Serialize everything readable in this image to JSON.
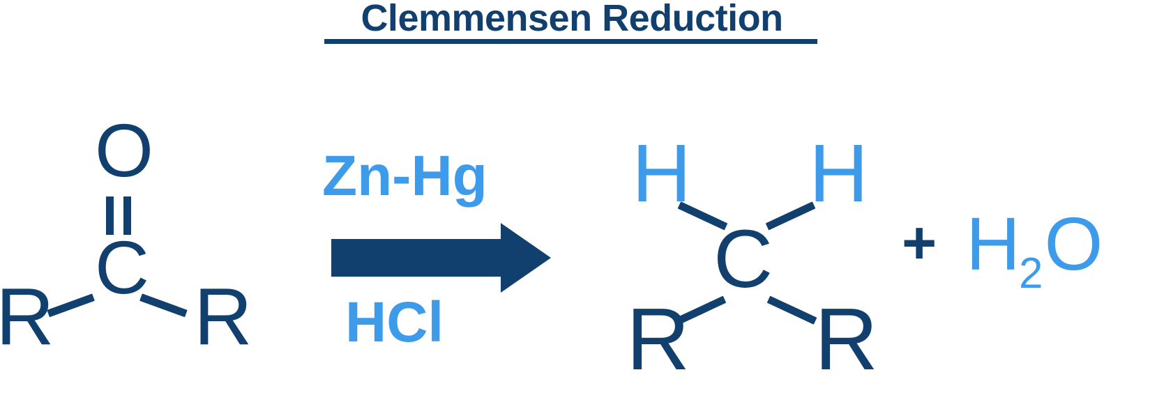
{
  "title": {
    "text": "Clemmensen Reduction",
    "color": "#11406f",
    "underline": true
  },
  "colors": {
    "dark_blue": "#11406f",
    "light_blue": "#3e9bea",
    "background": "#ffffff"
  },
  "reactant": {
    "name": "ketone",
    "carbonyl_oxygen": "O",
    "central_carbon": "C",
    "left_substituent": "R",
    "right_substituent": "R",
    "bond_type": "double"
  },
  "arrow": {
    "direction": "right",
    "style": "block-arrow",
    "color": "#11406f"
  },
  "reagents": {
    "above": "Zn-Hg",
    "below": "HCl",
    "color": "#3e9bea"
  },
  "product": {
    "name": "alkane",
    "central_carbon": "C",
    "hydrogen_left": "H",
    "hydrogen_right": "H",
    "left_substituent": "R",
    "right_substituent": "R"
  },
  "byproduct": {
    "plus": "+",
    "formula_h": "H",
    "formula_sub": "2",
    "formula_o": "O",
    "full": "H2O"
  }
}
